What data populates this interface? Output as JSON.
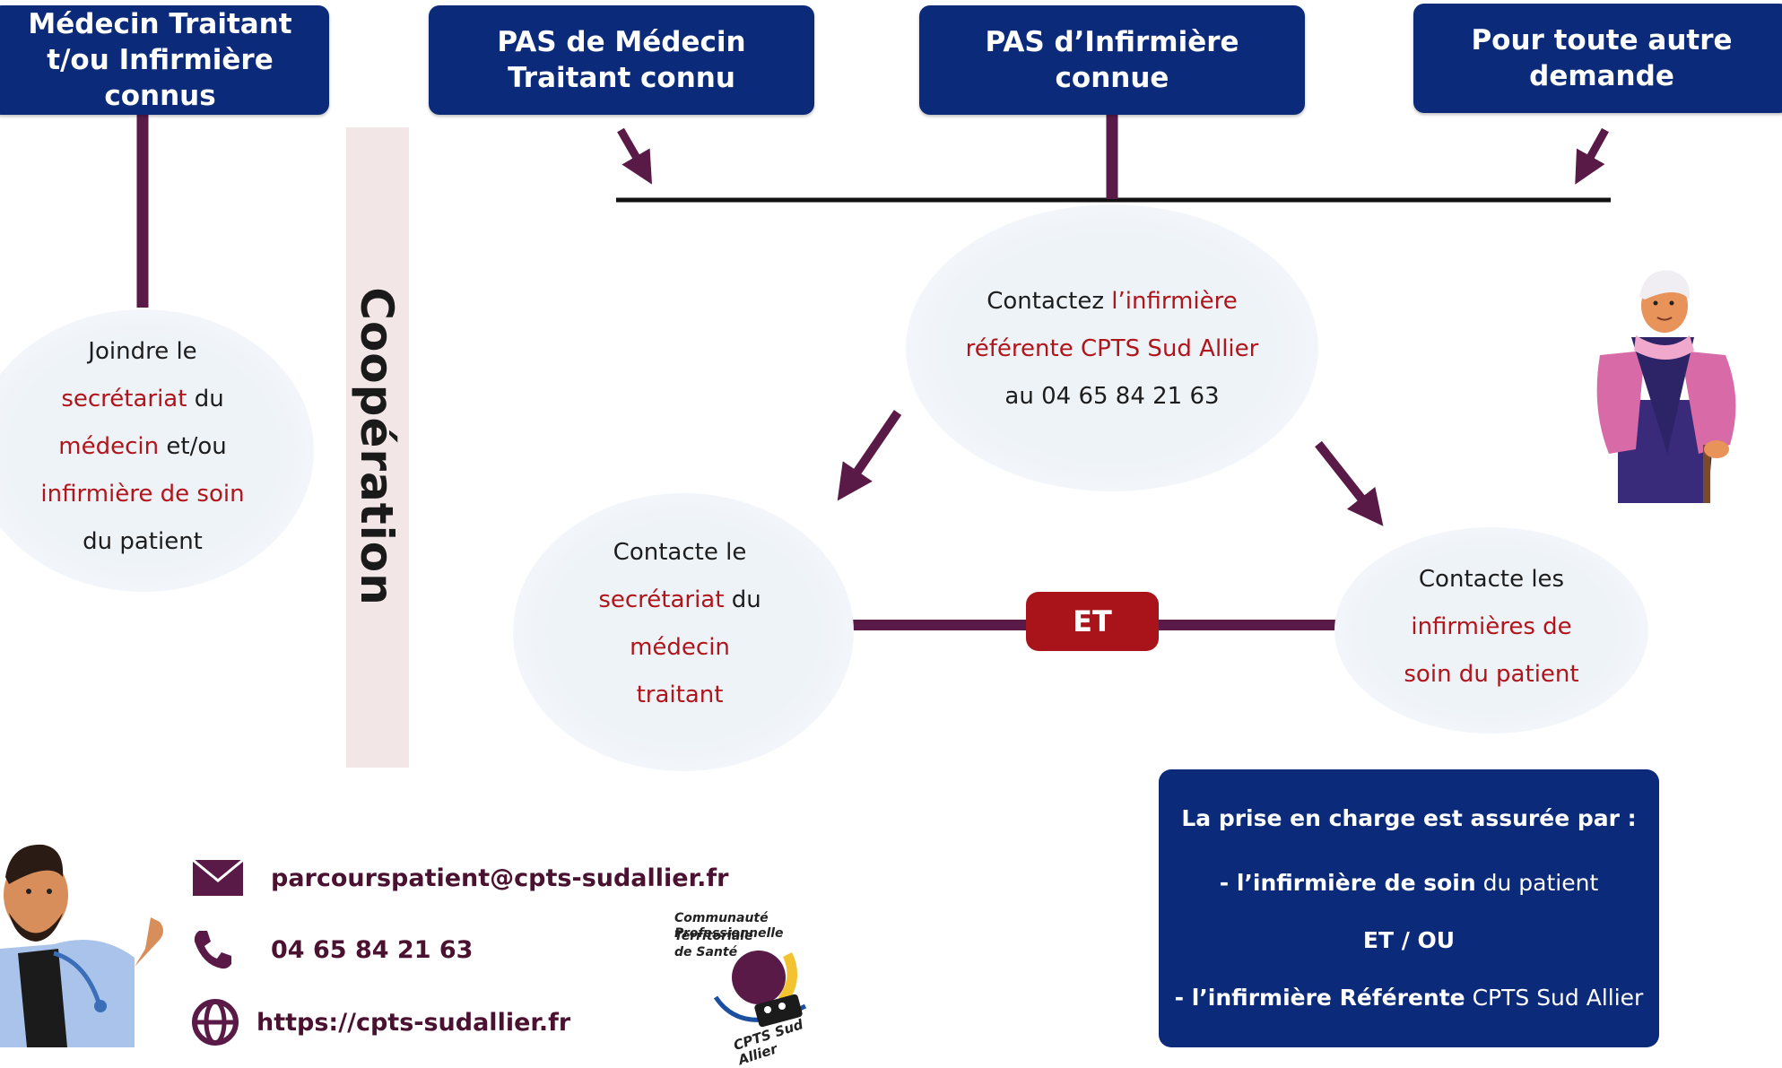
{
  "top_boxes": [
    {
      "line1": "Médecin Traitant",
      "line2": "t/ou Infirmière connus"
    },
    {
      "line1": "PAS de Médecin",
      "line2": "Traitant connu"
    },
    {
      "line1": "PAS d’Infirmière",
      "line2": "connue"
    },
    {
      "line1": "Pour toute autre",
      "line2": "demande"
    }
  ],
  "left_bubble": {
    "l1": "Joindre le",
    "l2_red": "secrétariat",
    "l2_rest": " du",
    "l3_red": "médecin",
    "l3_rest": " et/ou",
    "l4_red": "infirmière de soin",
    "l5": "du patient"
  },
  "cooperation": "Coopération",
  "center_bubble": {
    "l1_black": "Contactez ",
    "l1_red": "l’infirmière",
    "l2_red": "référente CPTS Sud Allier",
    "l3": "au 04 65 84 21 63"
  },
  "left_mid_bubble": {
    "l1": "Contacte le",
    "l2_red": "secrétariat",
    "l2_rest": " du",
    "l3_red": "médecin",
    "l4_red": "traitant"
  },
  "right_bubble": {
    "l1": "Contacte les",
    "l2_red": "infirmières de",
    "l3_red": "soin du patient"
  },
  "et_label": "ET",
  "summary": {
    "title": "La prise en charge est assurée par :",
    "item1_bold": "- l’infirmière de soin",
    "item1_rest": " du patient",
    "connector": "ET / OU",
    "item2_bold": "- l’infirmière Référente",
    "item2_rest": " CPTS Sud Allier"
  },
  "contact": {
    "email": "parcourspatient@cpts-sudallier.fr",
    "phone": "04 65 84 21 63",
    "website": "https://cpts-sudallier.fr"
  },
  "logo": {
    "line1": "Communauté Professionnelle",
    "line2": "Territoriale",
    "line3": "de Santé",
    "arc": "CPTS Sud Allier"
  },
  "colors": {
    "box_blue": "#0b2a7a",
    "accent_red": "#b0151b",
    "arrow_plum": "#5a1a48"
  },
  "icons": [
    "mail-icon",
    "phone-icon",
    "globe-icon",
    "doctor-illustration",
    "elderly-woman-illustration",
    "cpts-logo"
  ]
}
